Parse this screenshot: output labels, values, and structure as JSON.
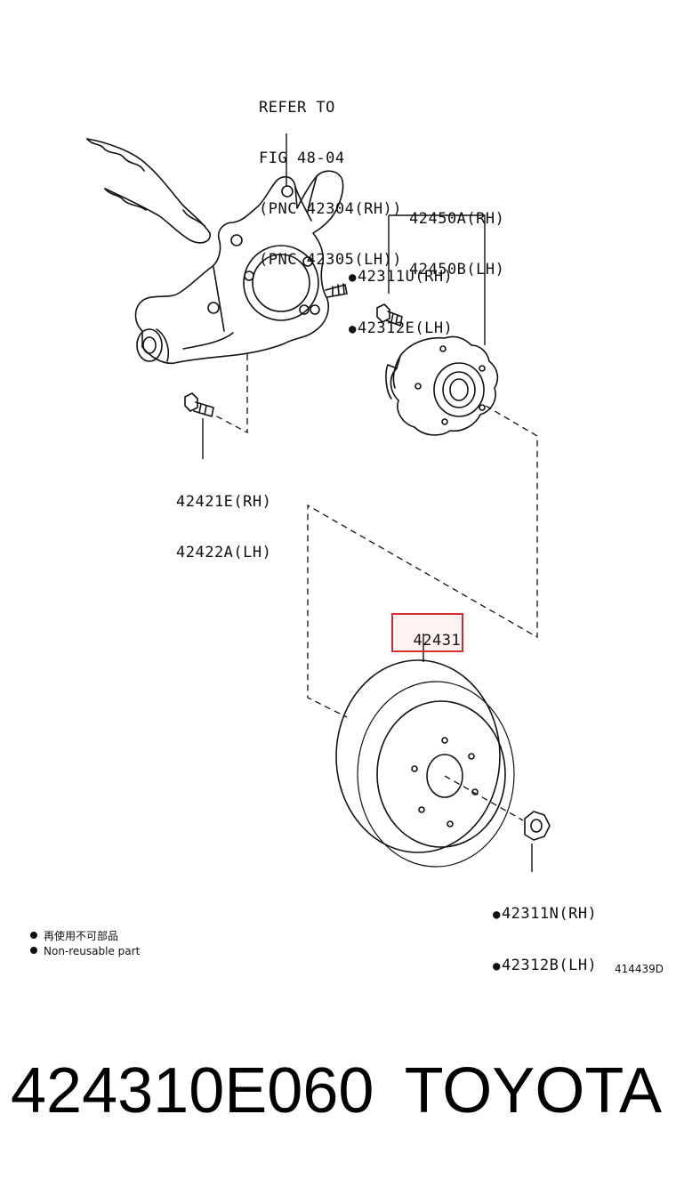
{
  "callouts": {
    "refer": [
      "REFER TO",
      "FIG 48-04",
      "(PNC 42304(RH))",
      "(PNC 42305(LH))"
    ],
    "hub": [
      "42450A(RH)",
      "42450B(LH)"
    ],
    "hub_bolt": [
      "42311U(RH)",
      "42312E(LH)"
    ],
    "knuckle_bolt": [
      "42421E(RH)",
      "42422A(LH)"
    ],
    "disc": "42431",
    "nut": [
      "42311N(RH)",
      "42312B(LH)"
    ]
  },
  "legend": {
    "zh": "再使用不可部品",
    "en": "Non-reusable part"
  },
  "illustration_code": "414439D",
  "footer": {
    "part_number": "424310E060",
    "brand": "TOYOTA"
  },
  "colors": {
    "highlight": "#d62b2b",
    "ink": "#111111"
  }
}
